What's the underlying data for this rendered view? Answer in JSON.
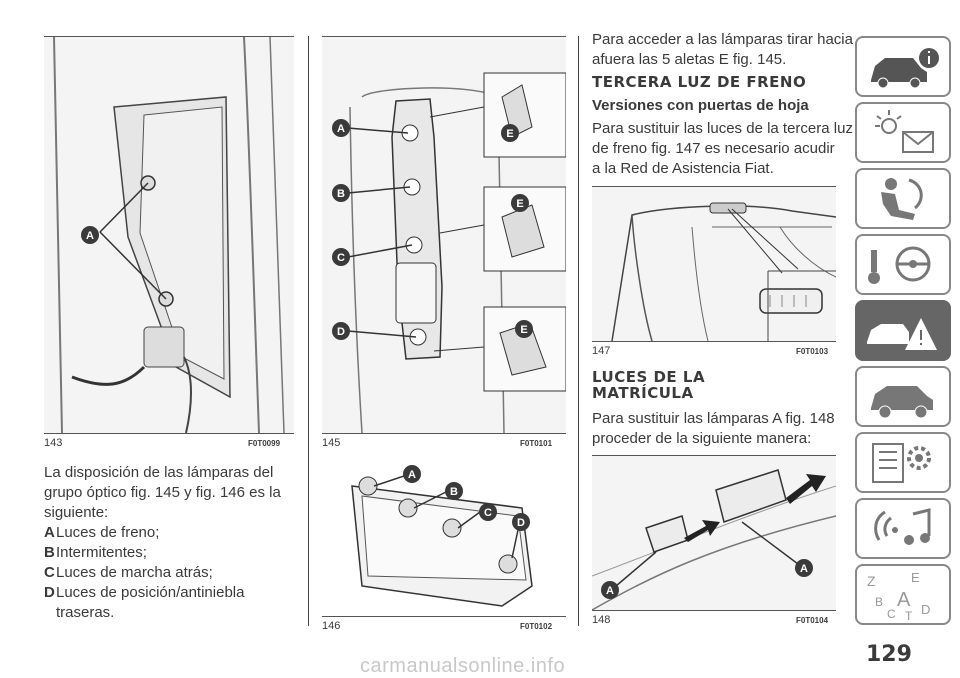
{
  "left_column": {
    "figure": {
      "number": "143",
      "code": "F0T0099",
      "callouts": [
        "A"
      ]
    },
    "intro": "La disposición de las lámparas del grupo óptico fig. 145 y fig. 146 es la siguiente:",
    "items": [
      {
        "key": "A",
        "text": "Luces de freno;"
      },
      {
        "key": "B",
        "text": "Intermitentes;"
      },
      {
        "key": "C",
        "text": "Luces de marcha atrás;"
      },
      {
        "key": "D",
        "text": "Luces de posición/antiniebla"
      }
    ],
    "item_d_cont": "traseras."
  },
  "middle_column": {
    "figure_145": {
      "number": "145",
      "code": "F0T0101",
      "callouts": [
        "A",
        "B",
        "C",
        "D",
        "E",
        "E",
        "E"
      ]
    },
    "figure_146": {
      "number": "146",
      "code": "F0T0102",
      "callouts": [
        "A",
        "B",
        "C",
        "D"
      ]
    }
  },
  "right_column": {
    "para1_line1": "Para acceder a las lámparas tirar hacia",
    "para1_line2": "afuera las 5 aletas E fig. 145.",
    "heading1": "TERCERA LUZ DE FRENO",
    "subheading1": "Versiones con puertas de hoja",
    "para2_line1": "Para sustituir las luces de la tercera luz",
    "para2_line2": "de freno fig. 147 es necesario acudir",
    "para2_line3": "a la Red de Asistencia Fiat.",
    "figure_147": {
      "number": "147",
      "code": "F0T0103"
    },
    "heading2_line1": "LUCES DE LA",
    "heading2_line2": "MATRÍCULA",
    "para3_line1": "Para sustituir las lámparas A fig. 148",
    "para3_line2": "proceder de la siguiente manera:",
    "figure_148": {
      "number": "148",
      "code": "F0T0104",
      "callouts": [
        "A",
        "A"
      ]
    }
  },
  "sidebar": {
    "tabs": [
      {
        "icon": "car-info-icon",
        "active": false
      },
      {
        "icon": "warning-lights-icon",
        "active": false
      },
      {
        "icon": "seat-airbag-icon",
        "active": false
      },
      {
        "icon": "key-steering-icon",
        "active": false
      },
      {
        "icon": "car-breakdown-icon",
        "active": true
      },
      {
        "icon": "car-maintenance-icon",
        "active": false
      },
      {
        "icon": "specs-gear-icon",
        "active": false
      },
      {
        "icon": "multimedia-icon",
        "active": false
      },
      {
        "icon": "alphabetical-index-icon",
        "active": false
      }
    ]
  },
  "page_number": "129",
  "watermark": "carmanualsonline.info"
}
